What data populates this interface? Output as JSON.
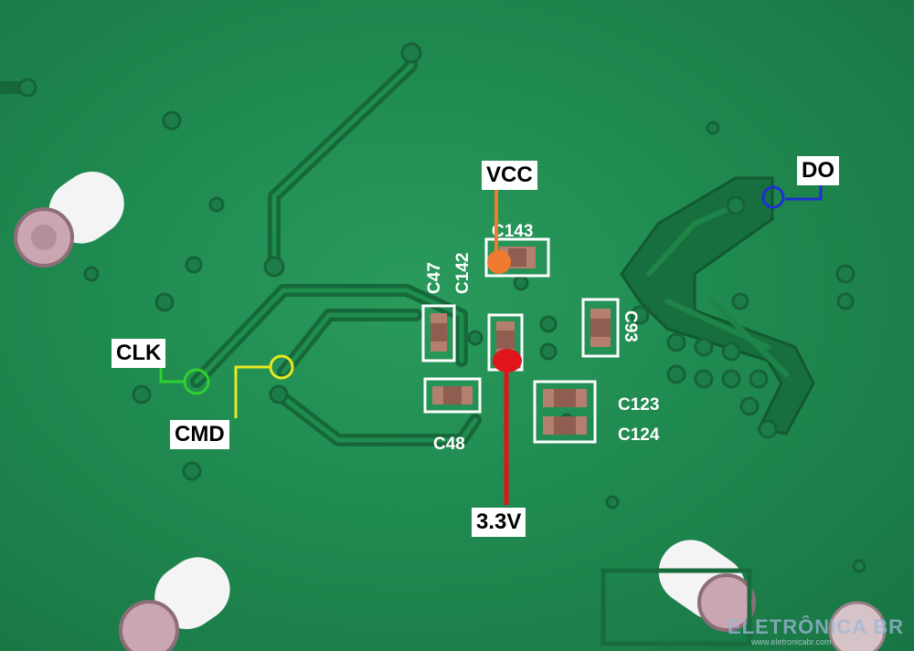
{
  "annotations": {
    "vcc": "VCC",
    "do": "DO",
    "clk": "CLK",
    "cmd": "CMD",
    "v33": "3.3V"
  },
  "silkscreen": {
    "c143": "C143",
    "c47": "C47",
    "c142": "C142",
    "c93": "C93",
    "c48": "C48",
    "c123": "C123",
    "c124": "C124"
  },
  "watermark": {
    "brand": "ELETRÔNICA BR",
    "url": "www.eletronicabr.com"
  },
  "colors": {
    "vcc": "#f07a30",
    "do": "#1f2fd0",
    "clk": "#2fd12f",
    "cmd": "#e8e820",
    "v33": "#e0141c",
    "board": "#1f8a50"
  }
}
